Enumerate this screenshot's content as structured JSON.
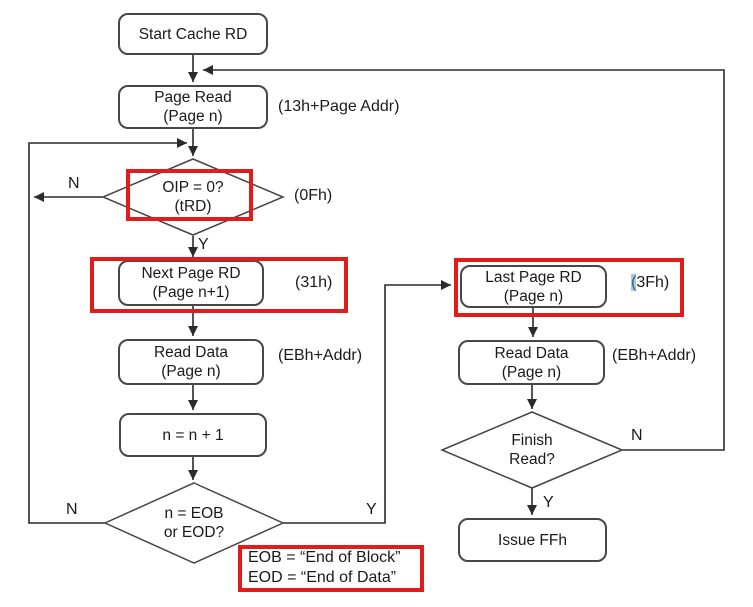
{
  "nodes": {
    "start": {
      "label": "Start Cache RD"
    },
    "page_read": {
      "line1": "Page Read",
      "line2": "(Page n)",
      "annotation": "(13h+Page Addr)"
    },
    "oip_check": {
      "line1": "OIP = 0?",
      "line2": "(tRD)",
      "annotation": "(0Fh)"
    },
    "next_page_rd": {
      "line1": "Next Page RD",
      "line2": "(Page n+1)",
      "annotation": "(31h)"
    },
    "read_data_left": {
      "line1": "Read Data",
      "line2": "(Page n)",
      "annotation": "(EBh+Addr)"
    },
    "increment": {
      "label": "n = n + 1"
    },
    "eob_check": {
      "line1": "n = EOB",
      "line2": "or EOD?"
    },
    "last_page_rd": {
      "line1": "Last Page RD",
      "line2": "(Page n)",
      "annotation_selected": "(",
      "annotation_rest": "3Fh)"
    },
    "read_data_right": {
      "line1": "Read Data",
      "line2": "(Page n)",
      "annotation": "(EBh+Addr)"
    },
    "finish_read": {
      "line1": "Finish",
      "line2": "Read?"
    },
    "issue_ffh": {
      "label": "Issue FFh"
    }
  },
  "branch_labels": {
    "oip_no": "N",
    "oip_yes": "Y",
    "eob_no": "N",
    "eob_yes": "Y",
    "finish_no": "N",
    "finish_yes": "Y"
  },
  "legend": {
    "line1": "EOB = “End of Block”",
    "line2": "EOD = “End of Data”"
  },
  "colors": {
    "highlight_box": "#e21b1b",
    "selection_highlight": "#a9c8e8",
    "line": "#2b2b2b"
  }
}
